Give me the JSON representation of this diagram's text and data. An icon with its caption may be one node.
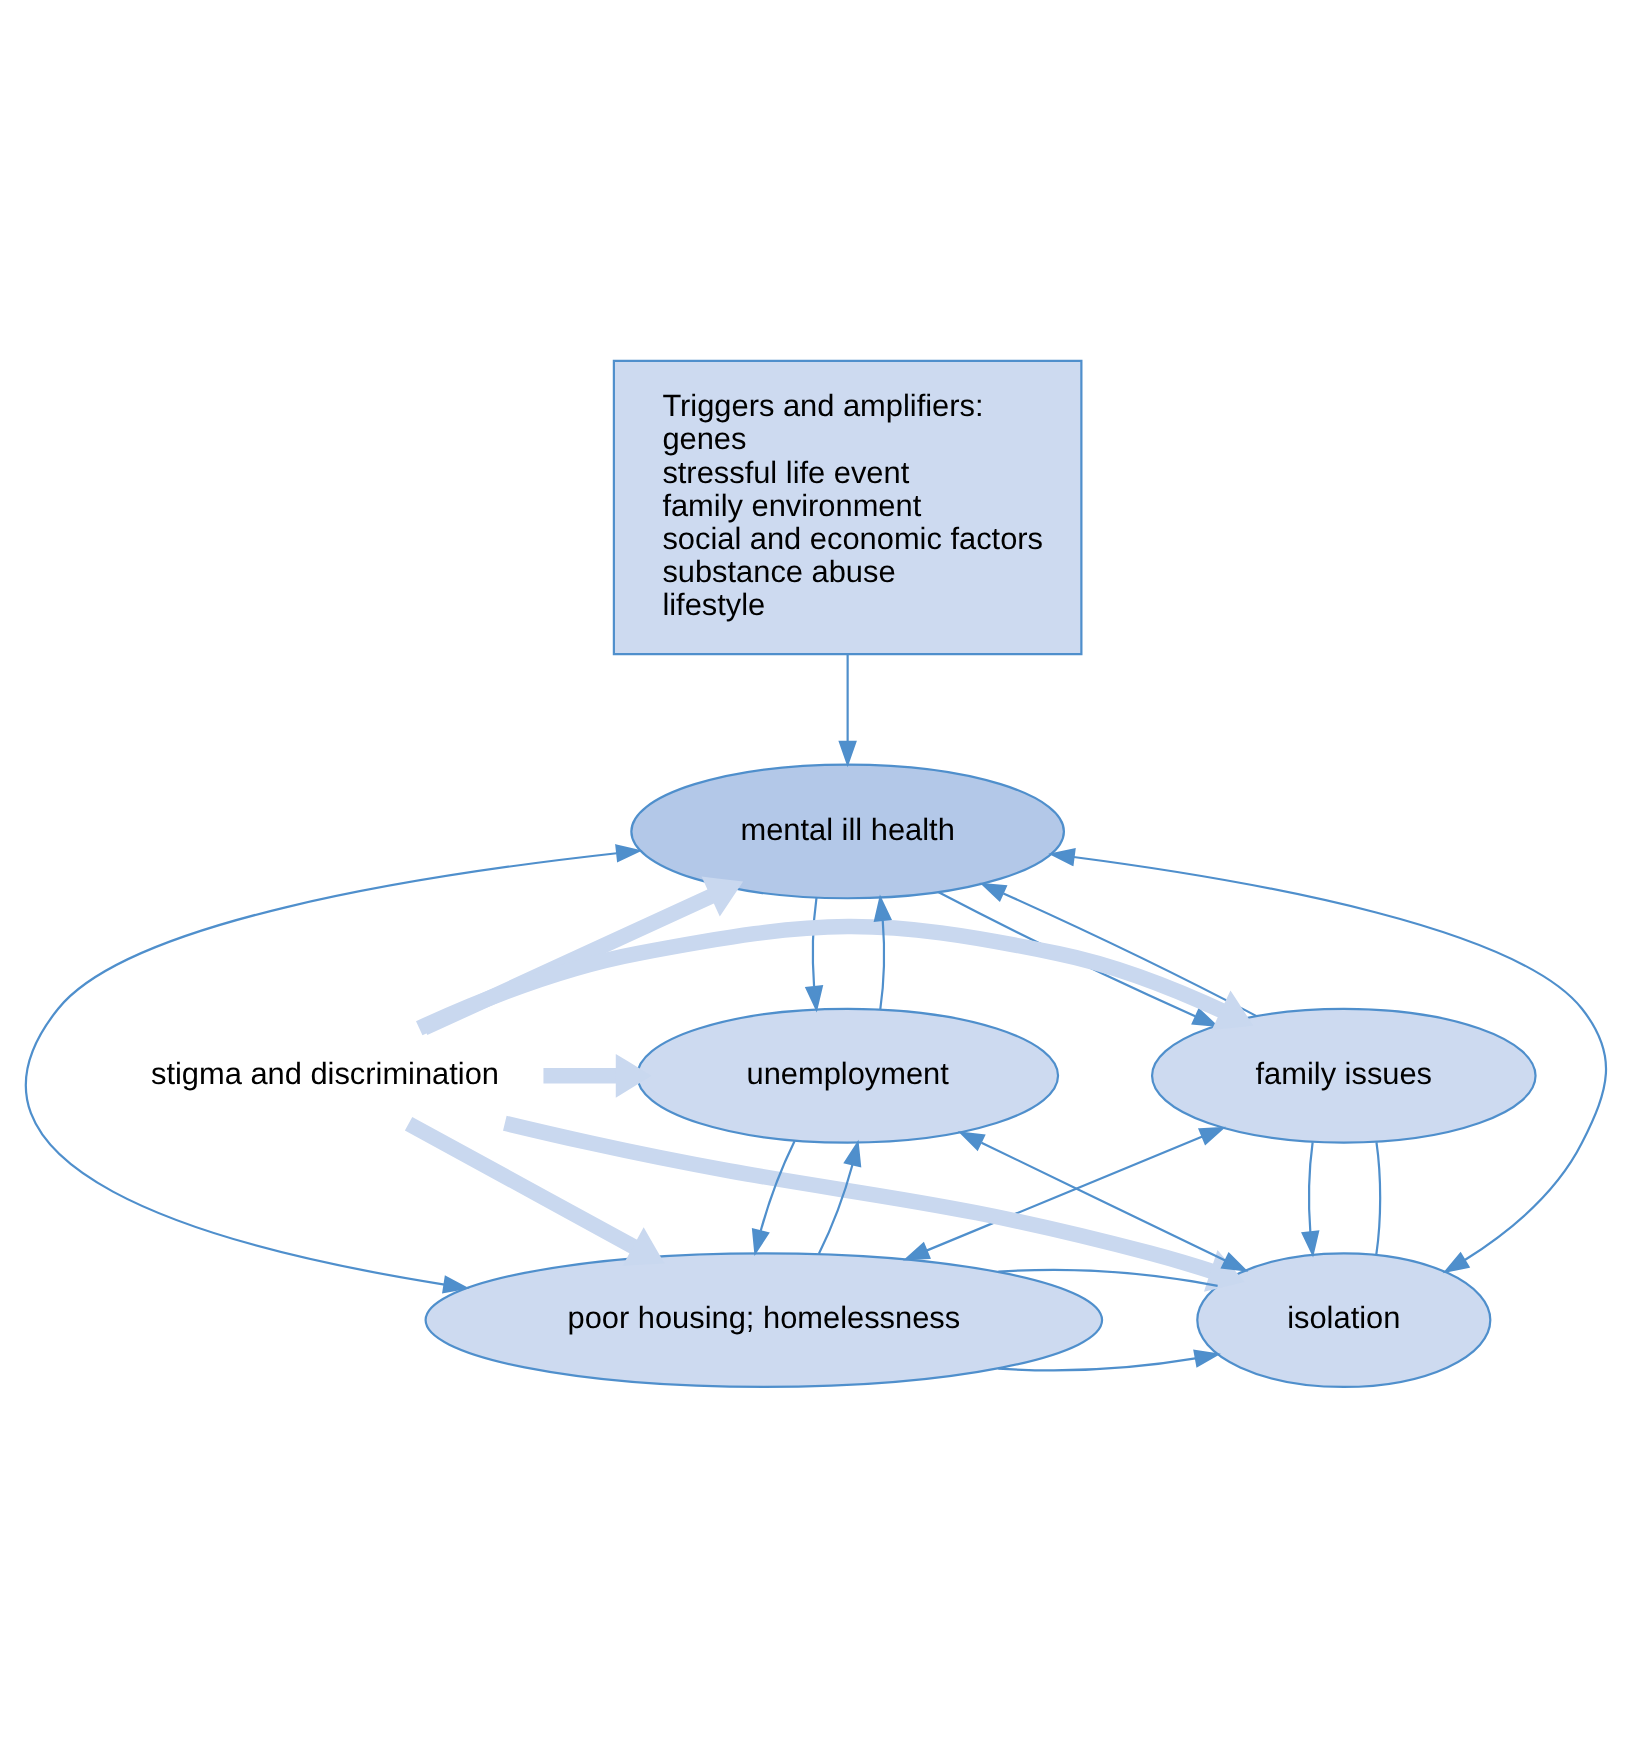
{
  "diagram": {
    "nodes": [
      {
        "text": [
          "Triggers and amplifiers:",
          "genes",
          "stressful life event",
          "family environment",
          "social and economic factors",
          "substance abuse",
          "lifestyle"
        ]
      },
      {
        "text": [
          "mental ill health"
        ]
      },
      {
        "text": [
          "family issues"
        ]
      },
      {
        "text": [
          "stigma and discrimination"
        ]
      },
      {
        "text": [
          "unemployment"
        ]
      },
      {
        "text": [
          "isolation"
        ]
      },
      {
        "text": [
          "poor housing; homelessness"
        ]
      }
    ],
    "edges": [
      {
        "from": 0,
        "to": 1,
        "arrow": "to"
      },
      {
        "from": 1,
        "to": 2,
        "arrow": "to"
      },
      {
        "from": 2,
        "to": 1,
        "arrow": "to"
      },
      {
        "from": 1,
        "to": 4,
        "arrow": "to"
      },
      {
        "from": 4,
        "to": 1,
        "arrow": "to"
      },
      {
        "from": 4,
        "to": 6,
        "arrow": "to"
      },
      {
        "from": 6,
        "to": 4,
        "arrow": "to"
      },
      {
        "from": 2,
        "to": 5,
        "arrow": "to"
      },
      {
        "from": 5,
        "to": 2,
        "arrow": "none"
      },
      {
        "from": 6,
        "to": 5,
        "arrow": "to"
      },
      {
        "from": 6,
        "to": 5,
        "arrow": "none"
      },
      {
        "from": 1,
        "to": 5,
        "arrow": "both"
      },
      {
        "from": 1,
        "to": 6,
        "arrow": "both"
      },
      {
        "from": 2,
        "to": 6,
        "arrow": "both"
      },
      {
        "from": 4,
        "to": 5,
        "arrow": "both"
      },
      {
        "from": 3,
        "to": 1,
        "arrow": "to",
        "style": "thick",
        "color": "#c9d8ef"
      },
      {
        "from": 3,
        "to": 2,
        "arrow": "to",
        "style": "thick",
        "color": "#c9d8ef"
      },
      {
        "from": 3,
        "to": 4,
        "arrow": "to",
        "style": "thick",
        "color": "#c9d8ef"
      },
      {
        "from": 3,
        "to": 5,
        "arrow": "to",
        "style": "thick",
        "color": "#c9d8ef"
      },
      {
        "from": 3,
        "to": 6,
        "arrow": "to",
        "style": "thick",
        "color": "#c9d8ef"
      }
    ]
  }
}
